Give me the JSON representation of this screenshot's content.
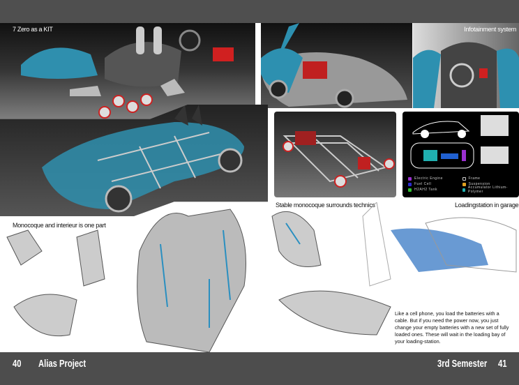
{
  "header": {},
  "panels": {
    "kit": {
      "caption": "7 Zero as a KIT"
    },
    "infotainment": {
      "caption": "Infotainment system"
    },
    "monocoque_tech": {
      "caption": "Stable monocoque surrounds technics"
    },
    "loading": {
      "caption": "Loadingstation in garage"
    },
    "interior": {
      "caption": "Monocoque and interieur is one part"
    }
  },
  "legend": {
    "items": [
      {
        "label": "Electric Engine",
        "color": "#9b30d0"
      },
      {
        "label": "Frame",
        "color": "#000000"
      },
      {
        "label": "Fuel Cell",
        "color": "#2a2ad0"
      },
      {
        "label": "Suspension",
        "color": "#e0a020"
      },
      {
        "label": "H2AH2 Tank",
        "color": "#30c030"
      },
      {
        "label": "Accumulator Lithium-Polymer",
        "color": "#20b0b0"
      }
    ]
  },
  "body_text": "Like a cell phone, you load the batteries with a cable. But if you need the power now, you just change your empty batteries with a new set of fully loaded ones. These will wait in the loading bay of your loading-station.",
  "footer": {
    "left_page": "40",
    "left_title": "Alias Project",
    "right_title": "3rd Semester",
    "right_page": "41"
  }
}
